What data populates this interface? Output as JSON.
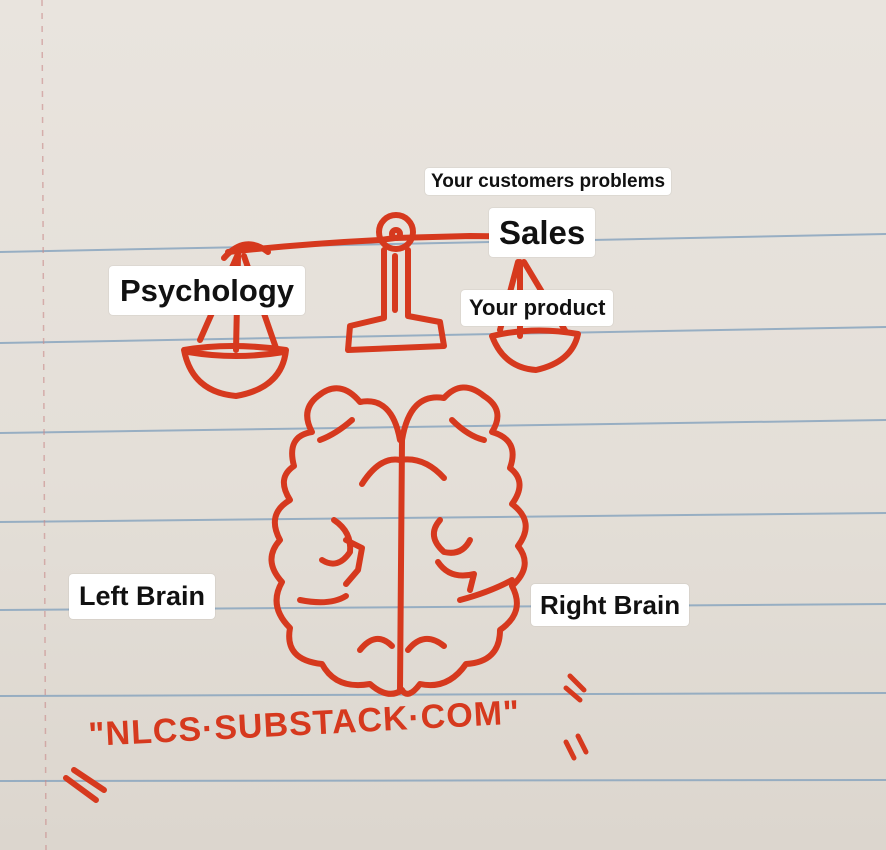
{
  "labels": {
    "psychology": "Psychology",
    "sales": "Sales",
    "customers_problems": "Your customers problems",
    "your_product": "Your product",
    "left_brain": "Left Brain",
    "right_brain": "Right Brain"
  },
  "handwriting": {
    "url": "\"NLCS·SUBSTACK·COM\""
  },
  "colors": {
    "ink": "#d6391e",
    "rule_lines": "#8aa6bf",
    "margin_line": "#c98a8a",
    "paper": "#e6e1da"
  }
}
